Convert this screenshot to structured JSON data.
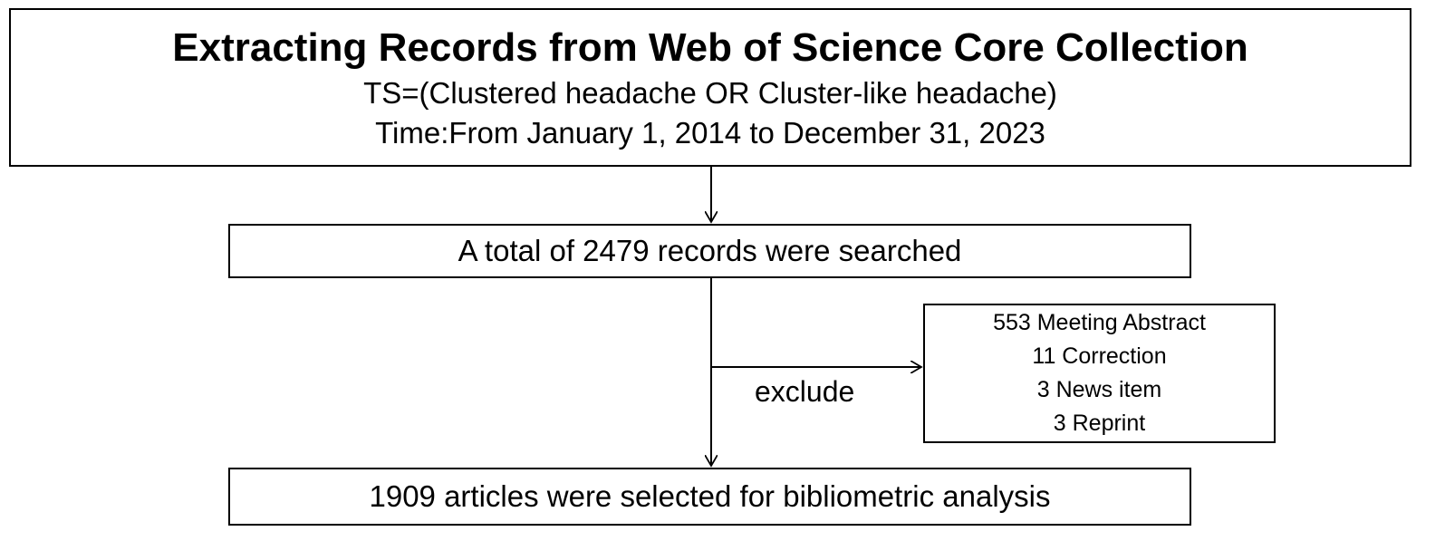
{
  "header": {
    "title": "Extracting Records from Web of Science Core Collection",
    "query": "TS=(Clustered headache OR Cluster-like headache)",
    "time_range": "Time:From January 1, 2014 to December 31, 2023"
  },
  "search_total": "A total of 2479 records were searched",
  "exclusion": {
    "label": "exclude",
    "items": [
      "553 Meeting Abstract",
      "11 Correction",
      "3 News item",
      "3 Reprint"
    ]
  },
  "final_selection": "1909 articles were selected for bibliometric analysis"
}
